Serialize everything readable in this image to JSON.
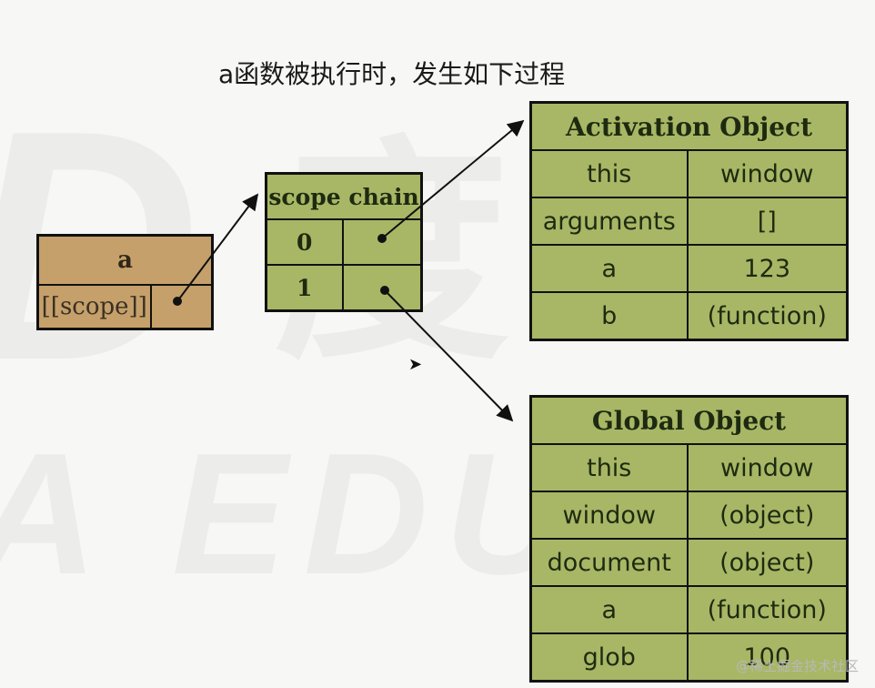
{
  "title": "a函数被执行时，发生如下过程",
  "box_a": {
    "header": "a",
    "scope_label": "[[scope]]"
  },
  "scope_chain": {
    "header": "scope chain",
    "rows": [
      {
        "index": "0"
      },
      {
        "index": "1"
      }
    ]
  },
  "activation_object": {
    "header": "Activation Object",
    "rows": [
      {
        "key": "this",
        "value": "window"
      },
      {
        "key": "arguments",
        "value": "[]"
      },
      {
        "key": "a",
        "value": "123"
      },
      {
        "key": "b",
        "value": "(function)"
      }
    ]
  },
  "global_object": {
    "header": "Global Object",
    "rows": [
      {
        "key": "this",
        "value": "window"
      },
      {
        "key": "window",
        "value": "(object)"
      },
      {
        "key": "document",
        "value": "(object)"
      },
      {
        "key": "a",
        "value": "(function)"
      },
      {
        "key": "glob",
        "value": "100"
      }
    ]
  },
  "footer": "@稀土掘金技术社区",
  "colors": {
    "box_a": "#c5a06a",
    "green": "#a8b765",
    "border": "#111111"
  }
}
